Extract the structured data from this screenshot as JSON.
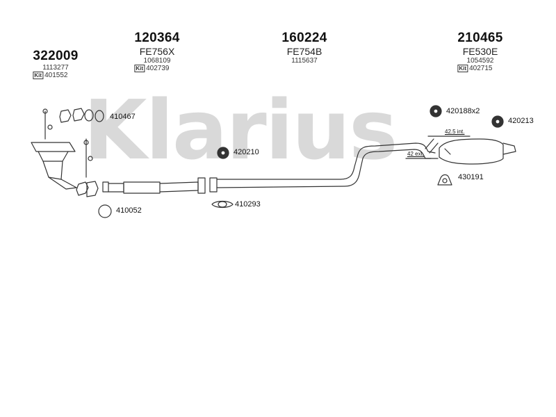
{
  "watermark": "Klarius",
  "sections": [
    {
      "part": "322009",
      "code": "",
      "ref": "1113277",
      "kit_label": "Kit",
      "kit": "401552"
    },
    {
      "part": "120364",
      "code": "FE756X",
      "ref": "1068109",
      "kit_label": "Kit",
      "kit": "402739"
    },
    {
      "part": "160224",
      "code": "FE754B",
      "ref": "1115637",
      "kit_label": "",
      "kit": ""
    },
    {
      "part": "210465",
      "code": "FE530E",
      "ref": "1054592",
      "kit_label": "Kit",
      "kit": "402715"
    }
  ],
  "components": {
    "gasket_set": "410467",
    "ring_gasket": "410052",
    "rubber_mount_mid": "420210",
    "flange_gasket": "410293",
    "rubber_mount_x2": "420188x2",
    "rubber_mount_end": "420213",
    "clamp": "430191"
  },
  "dimensions": {
    "int": "42.5 int.",
    "ext": "42 ext."
  },
  "colors": {
    "line": "#333333",
    "watermark": "#d9d9d9"
  }
}
